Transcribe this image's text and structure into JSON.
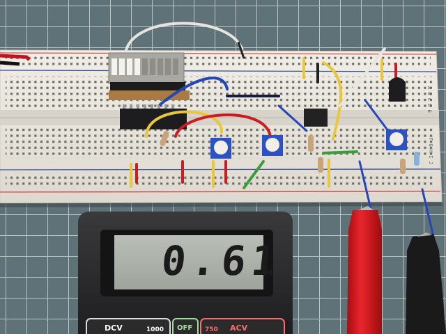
{
  "display": {
    "reading": "0.61"
  },
  "meter_buttons": [
    {
      "label": "DCV",
      "color": "#ffffff"
    },
    {
      "label": "1000",
      "color": "#ffffff"
    },
    {
      "label": "OFF",
      "color": "#9be39b"
    },
    {
      "label": "750",
      "color": "#ff6b6b"
    },
    {
      "label": "ACV",
      "color": "#ff6b6b"
    }
  ],
  "breadboard": {
    "row_labels_top": "A B C D E",
    "row_labels_bottom": "F G H I J"
  },
  "colors": {
    "cutting_mat": "#5f7277",
    "grid_lines": "#c9d4d4",
    "breadboard": "#ece9e2",
    "rail_red": "#d9484a",
    "rail_blue": "#3d4f9b",
    "multimeter_body": "#2a2a2c",
    "lcd": "#aab0a8",
    "probe_red": "#d8141a",
    "probe_black": "#1a1a1a"
  }
}
